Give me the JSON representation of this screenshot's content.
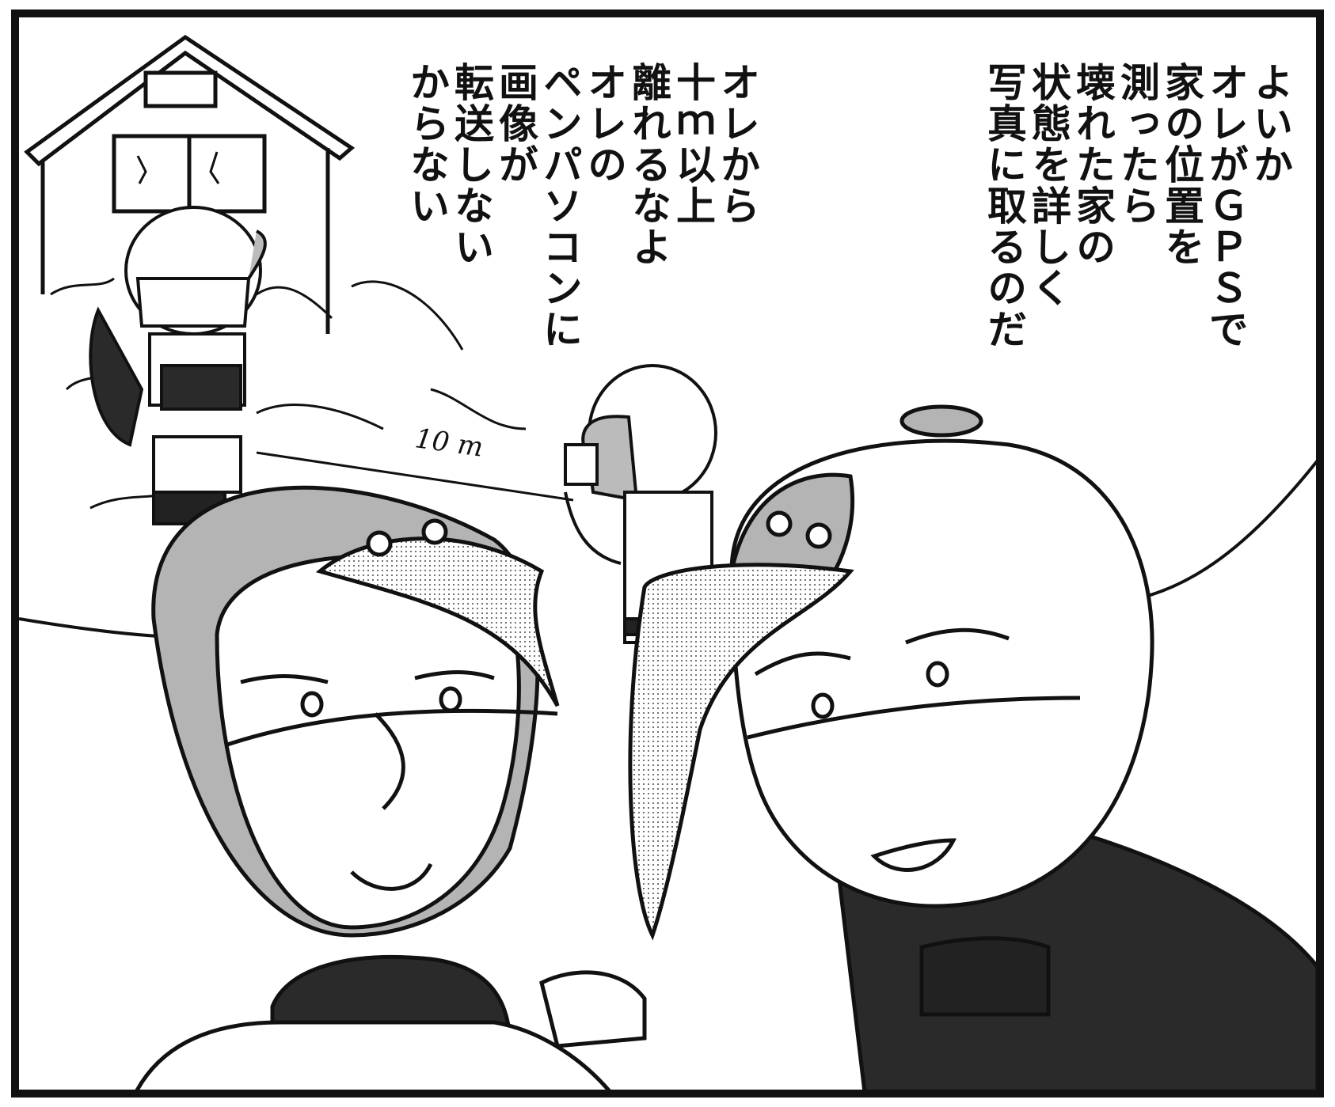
{
  "speech_left": {
    "lines": [
      "オレから",
      "十ｍ以上",
      "離れるなよ",
      "オレの",
      "ペンパソコンに",
      "画像が",
      "転送しない",
      "からない"
    ]
  },
  "speech_right": {
    "lines": [
      "よいか",
      "オレがＧＰＳで",
      "家の位置を",
      "測ったら",
      "壊れた家の",
      "状態を詳しく",
      "写真に取るのだ"
    ]
  },
  "sfx": {
    "distance_label": "10 m"
  },
  "colors": {
    "ink": "#111111",
    "tone": "#b0b0b0",
    "dark": "#222222"
  }
}
